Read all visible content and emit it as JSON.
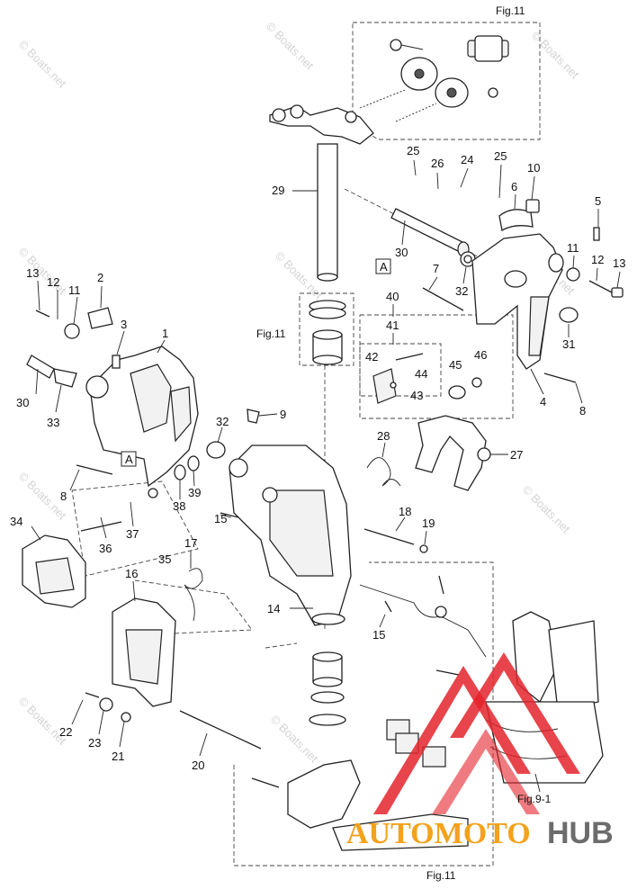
{
  "figure_refs": {
    "top": "Fig.11",
    "left_mid": "Fig.11",
    "bottom": "Fig.11",
    "right_bottom": "Fig.9-1"
  },
  "box_labels": {
    "a1": "A",
    "a2": "A"
  },
  "watermark": "© Boats.net",
  "logo": {
    "part1": "AUTOMOTO",
    "part2": "HUB",
    "colors": {
      "orange": "#f3a21b",
      "red": "#e4232b",
      "grey": "#6c6c6c"
    }
  },
  "callouts": {
    "c25a": "25",
    "c26": "26",
    "c24": "24",
    "c25b": "25",
    "c10": "10",
    "c29": "29",
    "c6": "6",
    "c5": "5",
    "c30b": "30",
    "c7": "7",
    "c32b": "32",
    "c11b": "11",
    "c12b": "12",
    "c13b": "13",
    "c40": "40",
    "c41": "41",
    "c42": "42",
    "c44": "44",
    "c43": "43",
    "c45": "45",
    "c46": "46",
    "c31": "31",
    "c4": "4",
    "c8b": "8",
    "c13a": "13",
    "c12a": "12",
    "c11a": "11",
    "c2": "2",
    "c3": "3",
    "c1": "1",
    "c30a": "30",
    "c33": "33",
    "c9": "9",
    "c32a": "32",
    "c8a": "8",
    "c38": "38",
    "c39": "39",
    "c28": "28",
    "c27": "27",
    "c15a": "15",
    "c34": "34",
    "c36": "36",
    "c37": "37",
    "c35": "35",
    "c18": "18",
    "c19": "19",
    "c17": "17",
    "c16": "16",
    "c14": "14",
    "c15b": "15",
    "c22": "22",
    "c23": "23",
    "c21": "21",
    "c20": "20"
  }
}
